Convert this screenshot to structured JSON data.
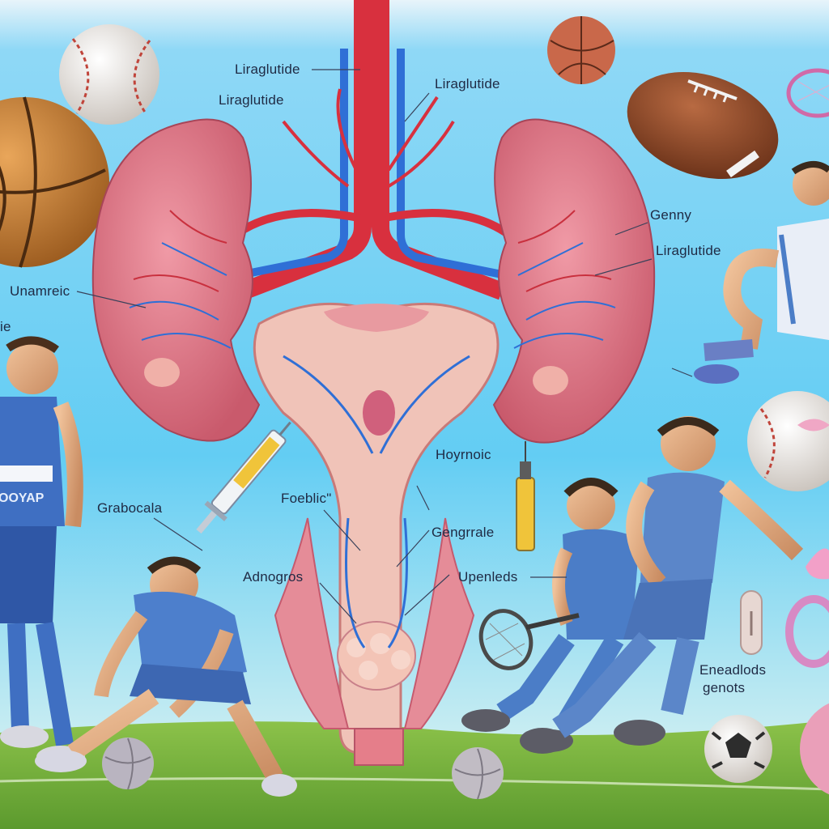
{
  "labels": {
    "liraglutide_top": "Liraglutide",
    "liraglutide_left": "Liraglutide",
    "liraglutide_right": "Liraglutide",
    "liraglutide_side": "Liraglutide",
    "genny": "Genny",
    "unamreic": "Unamreic",
    "edge_left": "ie",
    "grabocala": "Grabocala",
    "hoyrnoic": "Hoyrnoic",
    "foeblic": "Foeblic\"",
    "gengrrale": "Gengrrale",
    "adnogros": "Adnogros",
    "upenleds": "Upenleds",
    "eneadlods": "Eneadlods",
    "genots": "genots"
  },
  "jersey_text": "OOYAP",
  "colors": {
    "sky_top": "#cfe9f6",
    "sky_bottom": "#59c8f2",
    "grass": "#74b83c",
    "kidney": "#e07c8c",
    "artery": "#d8303e",
    "vein": "#2f6fd6",
    "jersey": "#5b86c9"
  }
}
